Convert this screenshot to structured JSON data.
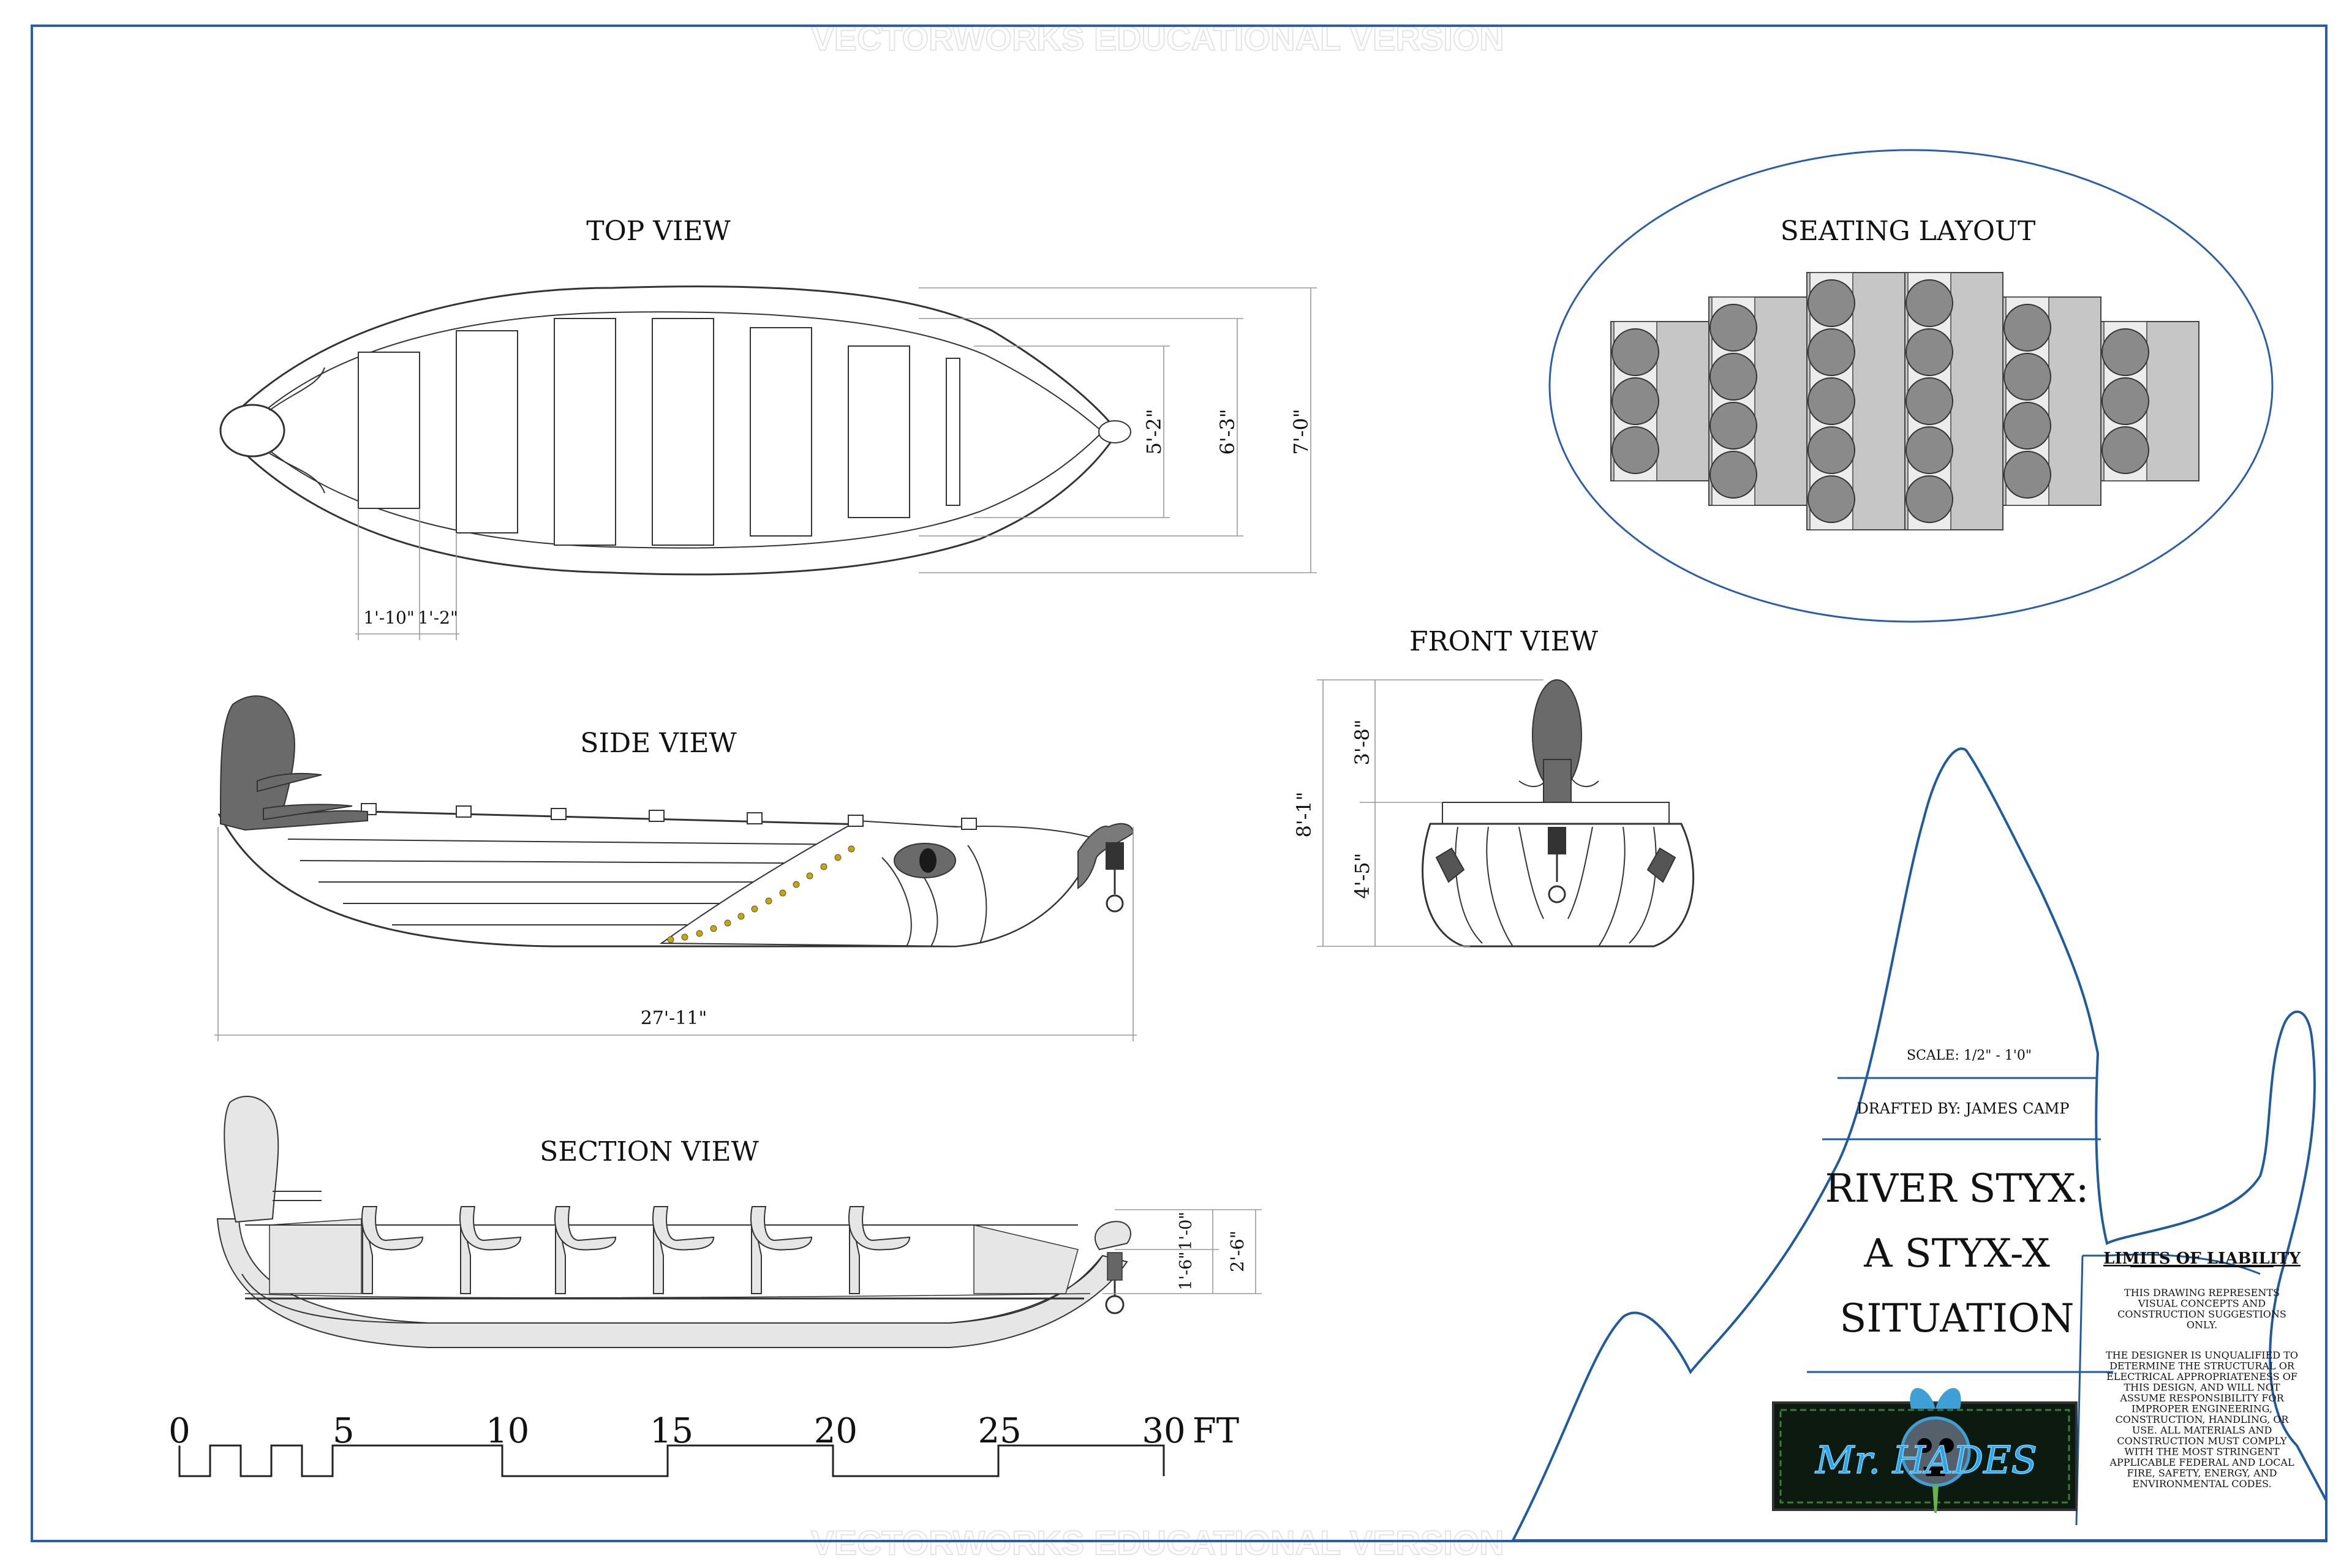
{
  "watermark": "VECTORWORKS EDUCATIONAL VERSION",
  "views": {
    "top": "TOP VIEW",
    "side": "SIDE VIEW",
    "section": "SECTION VIEW",
    "front": "FRONT VIEW",
    "seating": "SEATING LAYOUT"
  },
  "dims": {
    "top_inner_width": "5'-2\"",
    "top_mid_width": "6'-3\"",
    "top_outer_width": "7'-0\"",
    "seat_depth": "1'-10\"",
    "seat_gap": "1'-2\"",
    "overall_length": "27'-11\"",
    "front_upper": "3'-8\"",
    "front_lower": "4'-5\"",
    "front_total": "8'-1\"",
    "section_seat_height": "1'-6\"",
    "section_back_height": "1'-0\"",
    "section_total": "2'-6\""
  },
  "scale_bar": {
    "ticks": [
      "0",
      "5",
      "10",
      "15",
      "20",
      "25",
      "30"
    ],
    "unit": "FT"
  },
  "seating": {
    "rows": [
      3,
      4,
      5,
      5,
      4,
      3
    ]
  },
  "title_block": {
    "scale": "SCALE: 1/2\" - 1'0\"",
    "drafted_by": "DRAFTED BY: JAMES CAMP",
    "title_line1": "RIVER STYX:",
    "title_line2": "A STYX-X",
    "title_line3": "SITUATION",
    "logo_text": "Mr. HADES"
  },
  "liability": {
    "heading": "LIMITS OF LIABILITY",
    "para1": [
      "THIS DRAWING REPRESENTS",
      "VISUAL CONCEPTS AND",
      "CONSTRUCTION SUGGESTIONS",
      "ONLY."
    ],
    "para2": [
      "THE DESIGNER IS UNQUALIFIED TO",
      "DETERMINE THE STRUCTURAL OR",
      "ELECTRICAL APPROPRIATENESS OF",
      "THIS DESIGN, AND WILL NOT",
      "ASSUME RESPONSIBILITY FOR",
      "IMPROPER ENGINEERING,",
      "CONSTRUCTION, HANDLING, OR",
      "USE. ALL MATERIALS AND",
      "CONSTRUCTION MUST COMPLY",
      "WITH THE MOST STRINGENT",
      "APPLICABLE FEDERAL AND LOCAL",
      "FIRE, SAFETY, ENERGY, AND",
      "ENVIRONMENTAL CODES."
    ]
  },
  "colors": {
    "border": "#2a5ea8",
    "seat_dark": "#8a8a8a",
    "seat_light": "#c6c6c6",
    "head": "#6a6a6a",
    "rivet": "#c8a800"
  }
}
